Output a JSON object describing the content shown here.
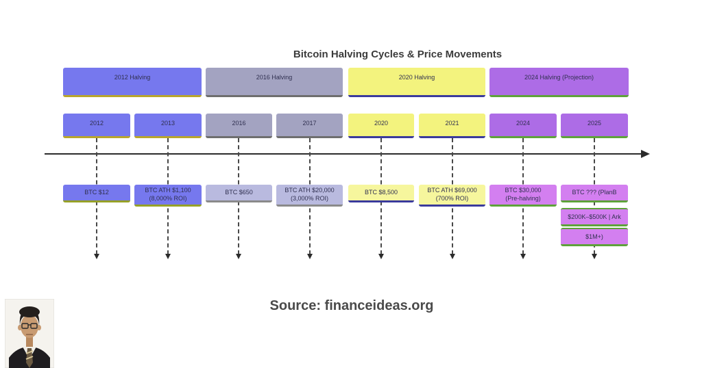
{
  "title": "Bitcoin Halving Cycles & Price Movements",
  "source_caption": "Source: financeideas.org",
  "colors": {
    "cycle_blue": "#7678ee",
    "cycle_blue_border": "#b9a62c",
    "cycle_gray": "#a3a3c1",
    "cycle_gray_border": "#6e6e6e",
    "cycle_yellow": "#f3f37e",
    "cycle_yellow_border": "#3a3a9c",
    "cycle_purple": "#ad6ce6",
    "cycle_purple_border": "#5ea23a",
    "price_lavender": "#b9badf",
    "price_light_yellow": "#f6f69d",
    "price_light_purple": "#d37ff0",
    "timeline": "#2b2b2b",
    "box_text": "#303050"
  },
  "cycle_bars": [
    {
      "label": "2012 Halving"
    },
    {
      "label": "2016 Halving"
    },
    {
      "label": "2020 Halving"
    },
    {
      "label": "2024 Halving (Projection)"
    }
  ],
  "year_boxes": [
    {
      "label": "2012"
    },
    {
      "label": "2013"
    },
    {
      "label": "2016"
    },
    {
      "label": "2017"
    },
    {
      "label": "2020"
    },
    {
      "label": "2021"
    },
    {
      "label": "2024"
    },
    {
      "label": "2025"
    }
  ],
  "price_boxes": [
    {
      "line1": "BTC $12",
      "line2": ""
    },
    {
      "line1": "BTC ATH $1,100",
      "line2": "(8,000% ROI)"
    },
    {
      "line1": "BTC $650",
      "line2": ""
    },
    {
      "line1": "BTC ATH $20,000",
      "line2": "(3,000% ROI)"
    },
    {
      "line1": "BTC $8,500",
      "line2": ""
    },
    {
      "line1": "BTC ATH $69,000",
      "line2": "(700% ROI)"
    },
    {
      "line1": "BTC $30,000",
      "line2": "(Pre-halving)"
    },
    {
      "line1": "BTC ??? (PlanB",
      "line2": ""
    }
  ],
  "projection_boxes": [
    {
      "label": "$200K–$500K | Ark"
    },
    {
      "label": "$1M+)"
    }
  ]
}
